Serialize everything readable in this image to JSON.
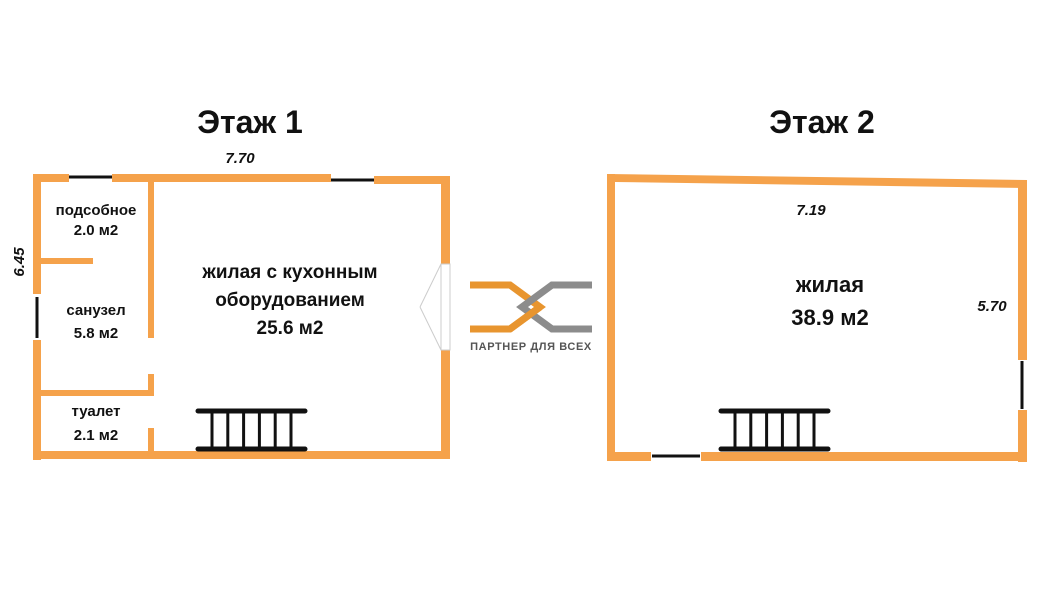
{
  "colors": {
    "wall": "#F5A24B",
    "window": "#111111",
    "logo_orange": "#E8952F",
    "logo_gray": "#8C8C8C",
    "text": "#111111"
  },
  "floor1": {
    "title": "Этаж 1",
    "width_dim": "7.70",
    "depth_dim": "6.45",
    "rooms": [
      {
        "name": "подсобное",
        "area": "2.0 м2"
      },
      {
        "name": "санузел",
        "area": "5.8 м2"
      },
      {
        "name": "туалет",
        "area": "2.1 м2"
      },
      {
        "name_line1": "жилая с кухонным",
        "name_line2": "оборудованием",
        "area": "25.6 м2"
      }
    ],
    "stairs_steps": 6
  },
  "floor2": {
    "title": "Этаж 2",
    "width_dim": "7.19",
    "depth_dim": "5.70",
    "rooms": [
      {
        "name": "жилая",
        "area": "38.9 м2"
      }
    ],
    "stairs_steps": 6
  },
  "logo": {
    "icon": "partner-logo-icon",
    "text": "ПАРТНЕР ДЛЯ ВСЕХ"
  }
}
